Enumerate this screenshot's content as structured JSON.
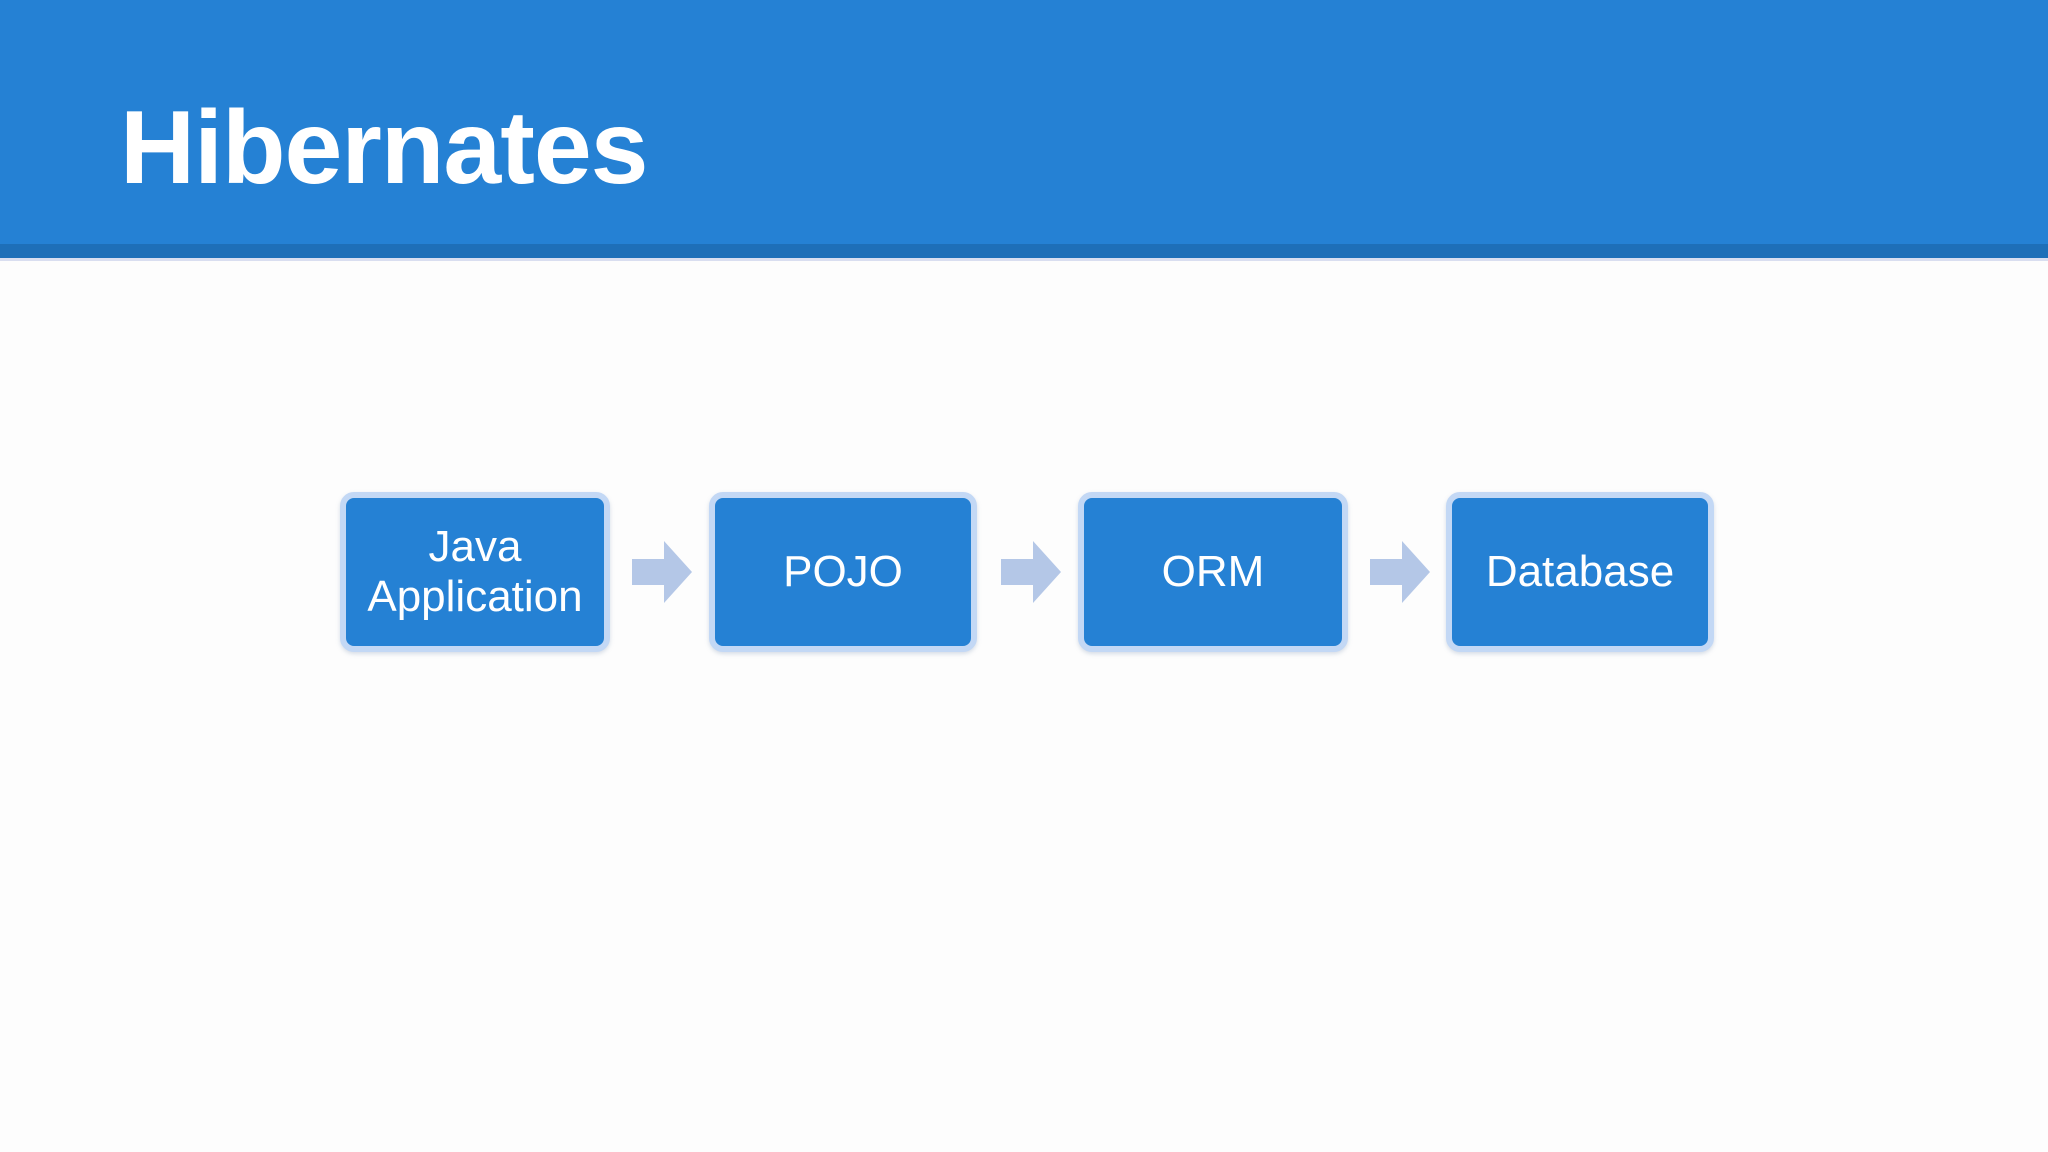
{
  "slide": {
    "title": "Hibernates",
    "background_color": "#fdfdfd",
    "header_color": "#2581d4",
    "header_underline_color": "#1e6fb8",
    "title_color": "#ffffff"
  },
  "diagram": {
    "type": "flow",
    "box_fill_color": "#2581d4",
    "box_border_color": "#c3d8f5",
    "box_text_color": "#ffffff",
    "arrow_color": "#b4c7e7",
    "boxes": [
      {
        "label": "Java\nApplication"
      },
      {
        "label": "POJO"
      },
      {
        "label": "ORM"
      },
      {
        "label": "Database"
      }
    ],
    "arrows": [
      {
        "name": "arrow-right-icon"
      },
      {
        "name": "arrow-right-icon"
      },
      {
        "name": "arrow-right-icon"
      }
    ]
  }
}
